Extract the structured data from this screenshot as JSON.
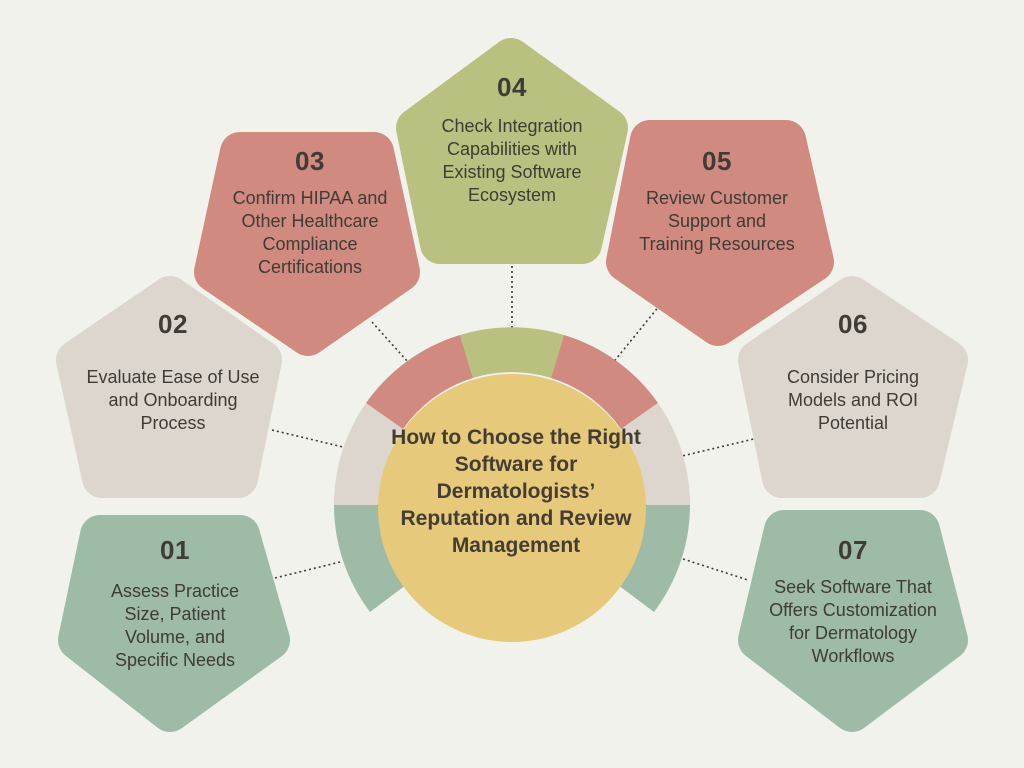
{
  "title": "How to Choose the Right Software for Dermatologists’ Reputation and Review Management",
  "colors": {
    "background": "#f1f2ec",
    "center": "#e6c97a",
    "green": "#9dbba6",
    "beige": "#dcd6cf",
    "red": "#d08a7f",
    "olive": "#bac07f",
    "text": "#3f3b36"
  },
  "steps": [
    {
      "num": "01",
      "text": "Assess Practice Size, Patient Volume, and Specific Needs",
      "color": "green"
    },
    {
      "num": "02",
      "text": "Evaluate Ease of Use and Onboarding Process",
      "color": "beige"
    },
    {
      "num": "03",
      "text": "Confirm HIPAA and Other Healthcare Compliance Certifications",
      "color": "red"
    },
    {
      "num": "04",
      "text": "Check Integration Capabilities with Existing Software Ecosystem",
      "color": "olive"
    },
    {
      "num": "05",
      "text": "Review Customer Support and Training Resources",
      "color": "red"
    },
    {
      "num": "06",
      "text": "Consider Pricing Models and ROI Potential",
      "color": "beige"
    },
    {
      "num": "07",
      "text": "Seek Software That Offers Customization for Dermatology Workflows",
      "color": "green"
    }
  ]
}
